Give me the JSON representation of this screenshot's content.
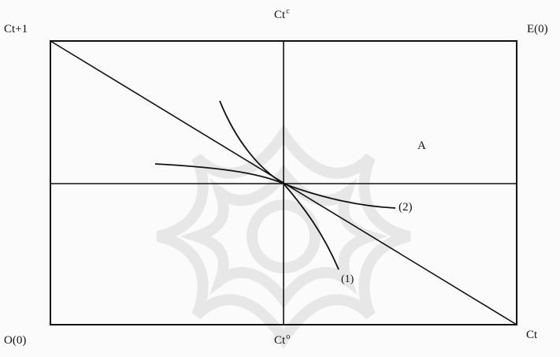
{
  "labels": {
    "top_left": "Ct+1",
    "top_center_base": "Ct",
    "top_center_sup": "c",
    "top_right": "E(0)",
    "bottom_left": "O(0)",
    "bottom_center_base": "Ct",
    "bottom_center_sup": "o",
    "bottom_right": "Ct",
    "region": "A",
    "curve_1": "(1)",
    "curve_2": "(2)"
  },
  "colors": {
    "line": "#111111",
    "watermark": "#e6e6e6"
  }
}
